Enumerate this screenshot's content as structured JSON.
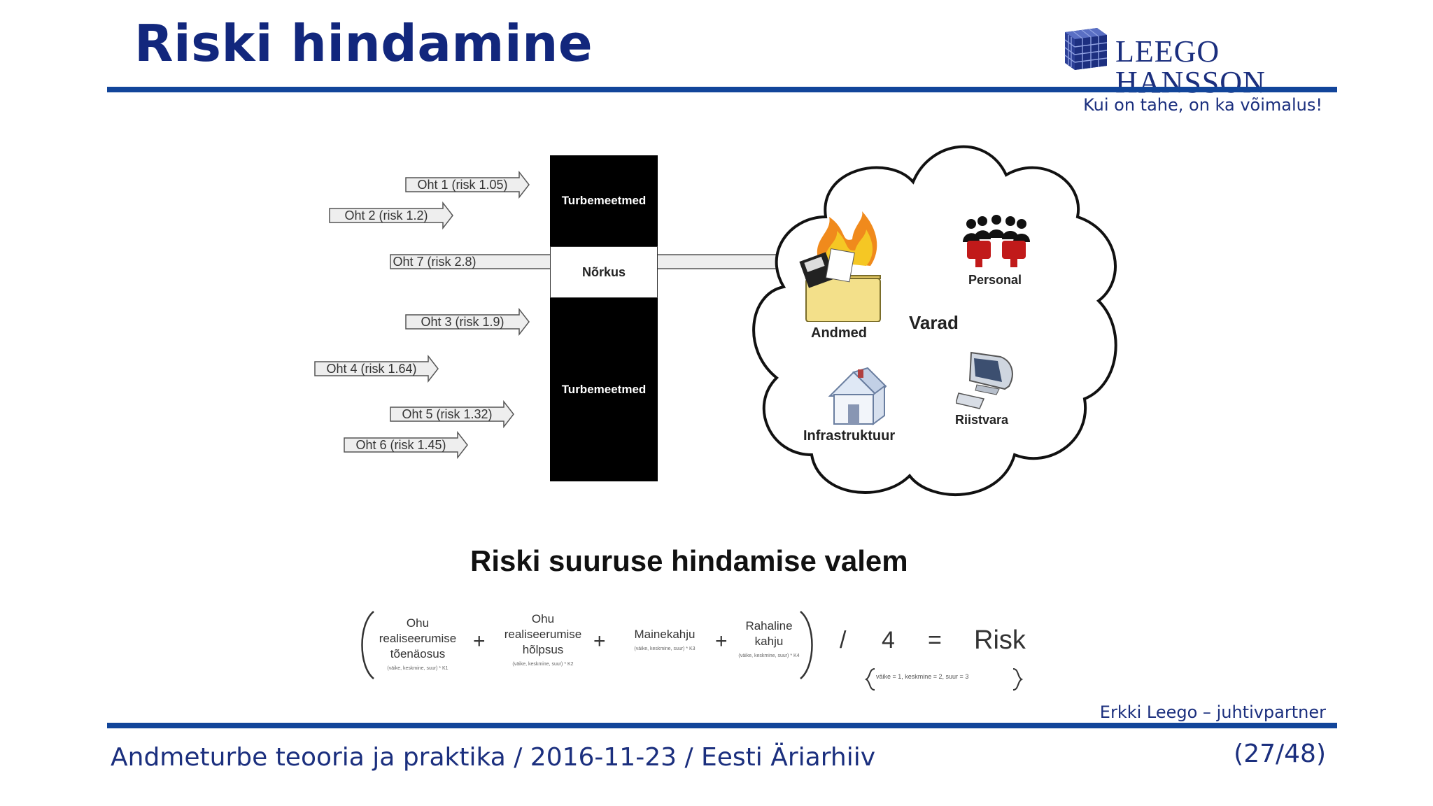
{
  "slide": {
    "title": "Riski hindamine",
    "tagline": "Kui on tahe, on ka võimalus!",
    "author": "Erkki Leego – juhtivpartner",
    "footer": "Andmeturbe teooria ja praktika / 2016-11-23 / Eesti Äriarhiiv",
    "page": "(27/48)",
    "accent_color": "#12459a",
    "title_color": "#12277d"
  },
  "logo": {
    "text": "LEEGO HANSSON",
    "icon": "cube-grid-icon",
    "color": "#1b2f7e"
  },
  "diagram": {
    "threats": [
      {
        "label": "Oht 1 (risk 1.05)"
      },
      {
        "label": "Oht 2 (risk 1.2)"
      },
      {
        "label": "Oht 7 (risk 2.8)"
      },
      {
        "label": "Oht 3 (risk 1.9)"
      },
      {
        "label": "Oht 4 (risk 1.64)"
      },
      {
        "label": "Oht 5 (risk 1.32)"
      },
      {
        "label": "Oht 6 (risk 1.45)"
      }
    ],
    "controls_top": "Turbemeetmed",
    "weakness": "Nõrkus",
    "controls_bottom": "Turbemeetmed",
    "assets_title": "Varad",
    "assets": [
      {
        "label": "Andmed",
        "icon": "burning-data-folder-icon"
      },
      {
        "label": "Personal",
        "icon": "people-group-icon"
      },
      {
        "label": "Infrastruktuur",
        "icon": "house-icon"
      },
      {
        "label": "Riistvara",
        "icon": "computer-icon"
      }
    ]
  },
  "formula": {
    "title": "Riski suuruse hindamise valem",
    "term1": {
      "line1": "Ohu",
      "line2": "realiseerumise",
      "line3": "tõenäosus",
      "note": "(väike, keskmine, suur) * K1"
    },
    "term2": {
      "line1": "Ohu",
      "line2": "realiseerumise",
      "line3": "hõlpsus",
      "note": "(väike, keskmine, suur) * K2"
    },
    "term3": {
      "line1": "Mainekahju",
      "note": "(väike, keskmine, suur) * K3"
    },
    "term4": {
      "line1": "Rahaline",
      "line2": "kahju",
      "note": "(väike, keskmine, suur) * K4"
    },
    "plus": "+",
    "divide": "/",
    "divisor": "4",
    "equals": "=",
    "result": "Risk",
    "scale_note": "väike = 1, keskmine = 2, suur = 3"
  }
}
